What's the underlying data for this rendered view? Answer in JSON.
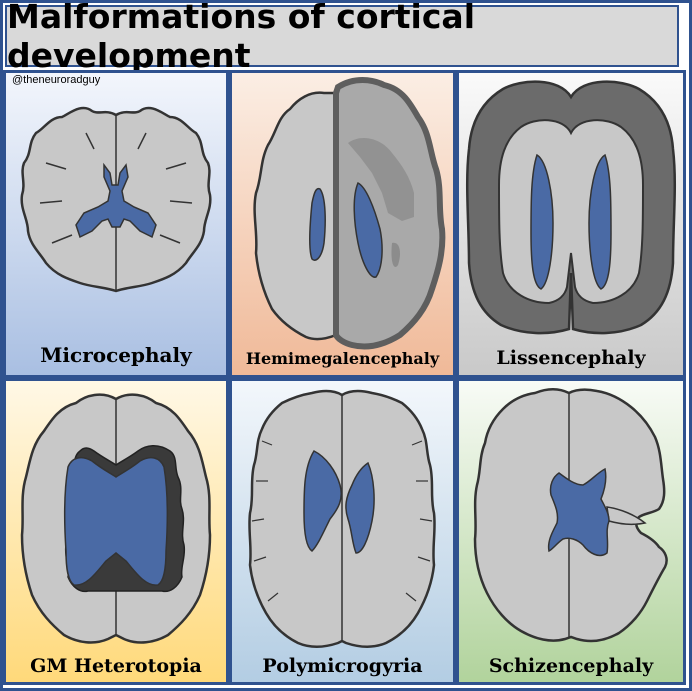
{
  "title": "Malformations of cortical development",
  "credit": "@theneuroradguy",
  "panels": [
    {
      "label": "Microcephaly"
    },
    {
      "label": "Hemimegalencephaly"
    },
    {
      "label": "Lissencephaly"
    },
    {
      "label": "GM Heterotopia"
    },
    {
      "label": "Polymicrogyria"
    },
    {
      "label": "Schizencephaly"
    }
  ],
  "colors": {
    "frame": "#2f528f",
    "brain": "#c8c8c8",
    "ventricle": "#4a6aa5",
    "outline": "#333333",
    "heterotopia": "#3a3a3a",
    "cortex_thick": "#6b6b6b"
  }
}
